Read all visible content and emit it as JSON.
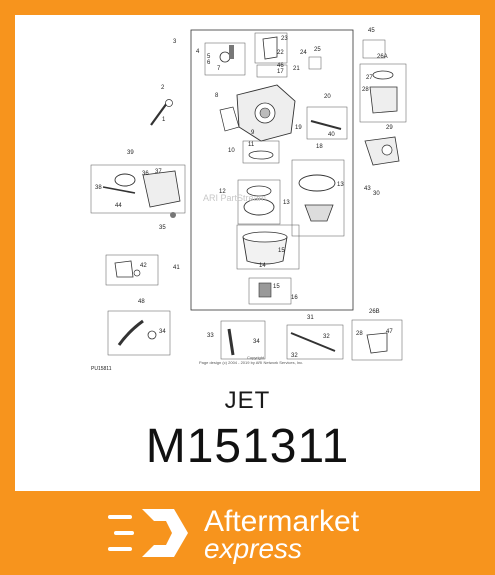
{
  "part": {
    "name": "JET",
    "number": "M151311"
  },
  "diagram": {
    "figure_code": "PU15811",
    "watermark": "ARI PartStream",
    "copyright_line1": "Copyright",
    "copyright_line2": "Page design (c) 2004 - 2019 by ARI Network Services, Inc.",
    "callouts": [
      "1",
      "2",
      "3",
      "4",
      "5",
      "6",
      "7",
      "8",
      "9",
      "10",
      "11",
      "12",
      "13",
      "14",
      "15",
      "16",
      "17",
      "18",
      "19",
      "20",
      "21",
      "22",
      "23",
      "24",
      "25",
      "26A",
      "26B",
      "27",
      "28",
      "29",
      "30",
      "31",
      "32",
      "33",
      "34",
      "35",
      "36",
      "37",
      "38",
      "39",
      "40",
      "41",
      "42",
      "43",
      "44",
      "45",
      "46",
      "47",
      "48"
    ]
  },
  "brand": {
    "line1": "Aftermarket",
    "line2": "express"
  },
  "colors": {
    "frame": "#f7941d",
    "card": "#ffffff",
    "ink": "#111111"
  }
}
